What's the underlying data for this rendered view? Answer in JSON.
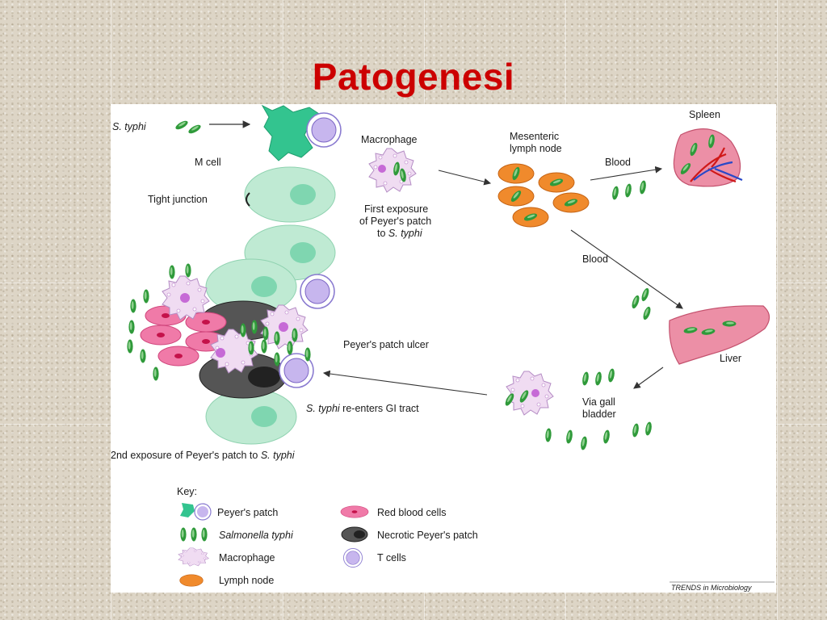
{
  "slide": {
    "title": "Patogenesi"
  },
  "diagram": {
    "labels": {
      "s_typhi": "S. typhi",
      "m_cell": "M cell",
      "tight_junction": "Tight junction",
      "macrophage": "Macrophage",
      "first_exposure_1": "First exposure",
      "first_exposure_2": "of Peyer's patch",
      "first_exposure_3_prefix": "to ",
      "first_exposure_3_italic": "S. typhi",
      "mesenteric_1": "Mesenteric",
      "mesenteric_2": "lymph node",
      "blood_1": "Blood",
      "blood_2": "Blood",
      "spleen": "Spleen",
      "liver": "Liver",
      "via_gall_1": "Via gall",
      "via_gall_2": "bladder",
      "peyers_ulcer": "Peyer's patch ulcer",
      "reenters_italic": "S. typhi",
      "reenters_rest": " re-enters GI tract",
      "second_exposure_prefix": "2nd exposure of Peyer's patch to ",
      "second_exposure_italic": "S. typhi"
    },
    "key": {
      "title": "Key:",
      "peyers_patch": "Peyer's patch",
      "salmonella_typhi": "Salmonella typhi",
      "macrophage": "Macrophage",
      "lymph_node": "Lymph node",
      "red_blood_cells": "Red blood cells",
      "necrotic_peyers_patch": "Necrotic Peyer's patch",
      "t_cells": "T cells"
    },
    "credit": "TRENDS in Microbiology",
    "colors": {
      "title": "#cc0000",
      "bacterium": "#2f9a3a",
      "epithelial_cell": "#bfead3",
      "m_cell": "#33c48f",
      "lymph_node": "#f08a2c",
      "red_blood_cell": "#f07aa8",
      "macrophage": "#f0dcf2",
      "t_cell": "#c7b6ee",
      "necrotic": "#444444",
      "organ": "#ec8fa6"
    }
  }
}
